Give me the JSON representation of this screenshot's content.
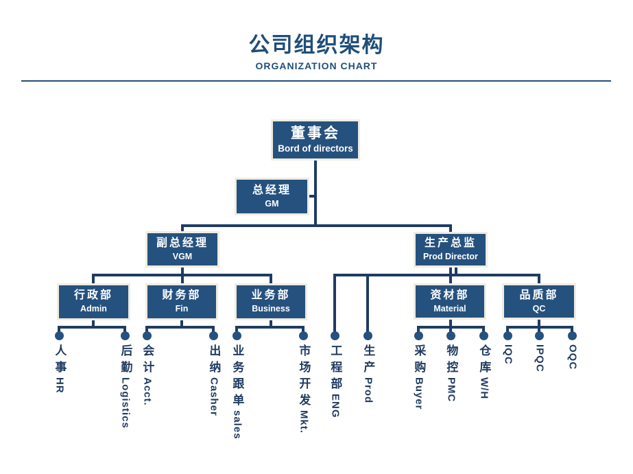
{
  "header": {
    "title": "公司组织架构",
    "subtitle": "ORGANIZATION CHART"
  },
  "colors": {
    "title_text": "#1F4E79",
    "box_fill": "#25517E",
    "box_border": "#EFECE0",
    "box_text": "#FFFFFF",
    "connector_line": "#1E3C63",
    "leaf_text": "#1E3A5F",
    "background": "#FFFFFF"
  },
  "org_chart": {
    "type": "org-tree",
    "nodes": [
      {
        "id": "board",
        "cn": "董事会",
        "en": "Bord of directors",
        "parent": null
      },
      {
        "id": "gm",
        "cn": "总经理",
        "en": "GM",
        "parent": "board"
      },
      {
        "id": "vgm",
        "cn": "副总经理",
        "en": "VGM",
        "parent": "gm"
      },
      {
        "id": "prod-director",
        "cn": "生产总监",
        "en": "Prod Director",
        "parent": "gm"
      },
      {
        "id": "admin",
        "cn": "行政部",
        "en": "Admin",
        "parent": "vgm"
      },
      {
        "id": "fin",
        "cn": "财务部",
        "en": "Fin",
        "parent": "vgm"
      },
      {
        "id": "business",
        "cn": "业务部",
        "en": "Business",
        "parent": "vgm"
      },
      {
        "id": "material",
        "cn": "资材部",
        "en": "Material",
        "parent": "prod-director"
      },
      {
        "id": "qc",
        "cn": "品质部",
        "en": "QC",
        "parent": "prod-director"
      }
    ],
    "leaves": [
      {
        "cn": "人事",
        "en": "HR",
        "parent": "admin"
      },
      {
        "cn": "后勤",
        "en": "Logistics",
        "parent": "admin"
      },
      {
        "cn": "会计",
        "en": "Acct.",
        "parent": "fin"
      },
      {
        "cn": "出纳",
        "en": "Casher",
        "parent": "fin"
      },
      {
        "cn": "业务跟单",
        "en": "sales",
        "parent": "business"
      },
      {
        "cn": "市场开发",
        "en": "Mkt.",
        "parent": "business"
      },
      {
        "cn": "工程部",
        "en": "ENG",
        "parent": "prod-director"
      },
      {
        "cn": "生产",
        "en": "Prod",
        "parent": "prod-director"
      },
      {
        "cn": "采购",
        "en": "Buyer",
        "parent": "material"
      },
      {
        "cn": "物控",
        "en": "PMC",
        "parent": "material"
      },
      {
        "cn": "仓库",
        "en": "W/H",
        "parent": "material"
      },
      {
        "cn": "",
        "en": "IQC",
        "parent": "qc"
      },
      {
        "cn": "",
        "en": "IPQC",
        "parent": "qc"
      },
      {
        "cn": "",
        "en": "OQC",
        "parent": "qc"
      }
    ]
  }
}
